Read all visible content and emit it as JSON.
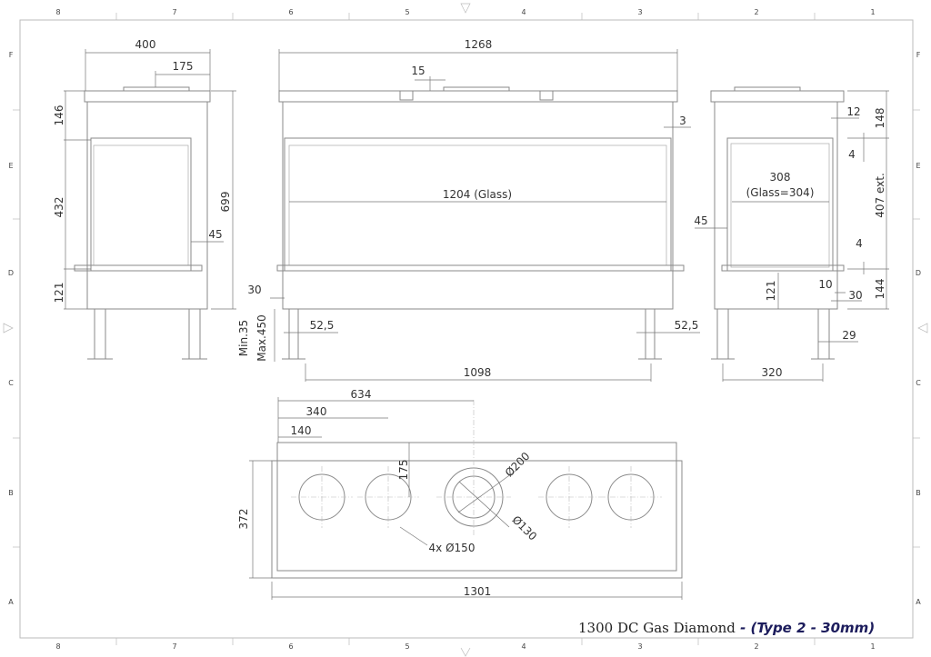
{
  "title": {
    "model": "1300 DC Gas Diamond",
    "type": " - (Type 2 - 30mm)"
  },
  "grid": {
    "columns": [
      "8",
      "7",
      "6",
      "5",
      "4",
      "3",
      "2",
      "1"
    ],
    "rows": [
      "F",
      "E",
      "D",
      "C",
      "B",
      "A"
    ]
  },
  "left_view": {
    "dims": [
      "400",
      "175",
      "146",
      "432",
      "699",
      "45",
      "121"
    ]
  },
  "front_view": {
    "dims": [
      "1268",
      "15",
      "3",
      "1204 (Glass)",
      "30",
      "Min.35",
      "Max.450",
      "52,5",
      "52,5",
      "1098"
    ]
  },
  "right_view": {
    "dims": [
      "12",
      "148",
      "4",
      "308",
      "(Glass=304)",
      "407 ext.",
      "45",
      "4",
      "144",
      "121",
      "10",
      "30",
      "29",
      "320"
    ]
  },
  "plan_view": {
    "dims": [
      "634",
      "340",
      "140",
      "175",
      "372",
      "Ø200",
      "Ø130",
      "4x Ø150",
      "1301"
    ]
  }
}
